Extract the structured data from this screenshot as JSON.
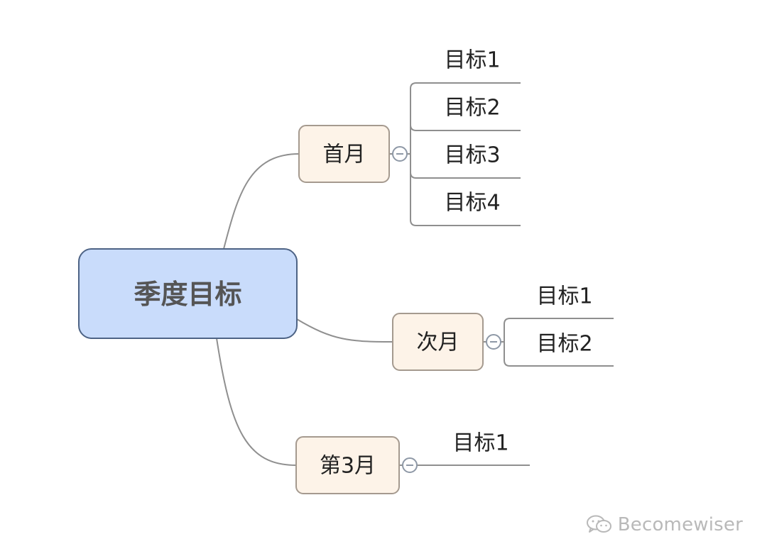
{
  "root": {
    "label": "季度目标",
    "fill": "#c9dcfb",
    "stroke": "#4d6385"
  },
  "branches": [
    {
      "label": "首月",
      "children": [
        "目标1",
        "目标2",
        "目标3",
        "目标4"
      ]
    },
    {
      "label": "次月",
      "children": [
        "目标1",
        "目标2"
      ]
    },
    {
      "label": "第3月",
      "children": [
        "目标1"
      ]
    }
  ],
  "colors": {
    "branch_fill": "#fdf3e8",
    "branch_stroke": "#a59a8f",
    "connector": "#8f8f8f",
    "text": "#222222",
    "root_text": "#555555",
    "watermark": "#b9b9b9"
  },
  "icons": {
    "collapse": "collapse-minus-icon",
    "watermark_logo": "wechat-icon"
  },
  "watermark": {
    "text": "Becomewiser"
  }
}
